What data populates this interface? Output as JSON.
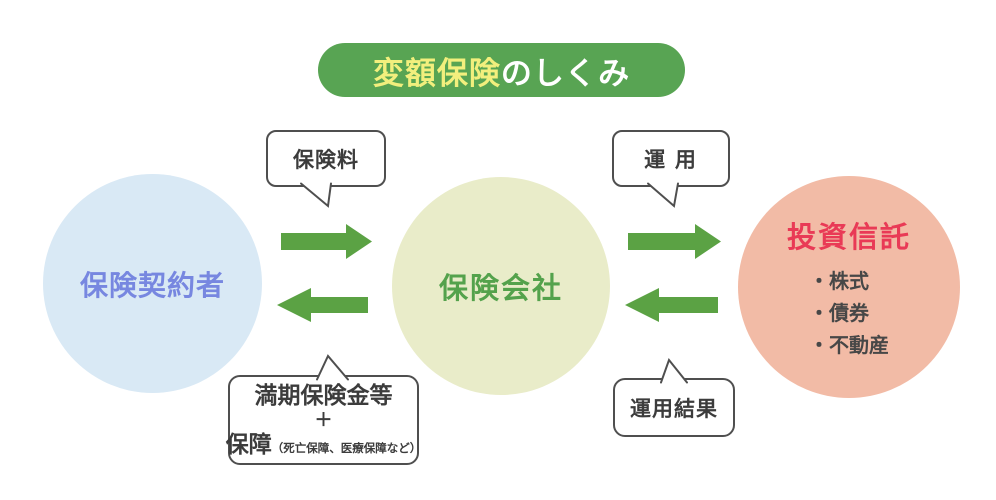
{
  "title": {
    "highlight": "変額保険",
    "rest": "のしくみ"
  },
  "nodes": {
    "policyholder": {
      "label": "保険契約者"
    },
    "insurer": {
      "label": "保険会社"
    },
    "trust": {
      "heading": "投資信託",
      "items": [
        "・株式",
        "・債券",
        "・不動産"
      ]
    }
  },
  "labels": {
    "premium": "保険料",
    "management": "運 用",
    "results": "運用結果",
    "payout_line1": "満期保険金等",
    "payout_plus": "＋",
    "payout_main": "保障",
    "payout_note": "（死亡保障、医療保障など）"
  },
  "icons": {
    "arrow_premium": "right-arrow-icon",
    "arrow_management": "right-arrow-icon",
    "arrow_payout": "left-arrow-icon",
    "arrow_results": "left-arrow-icon"
  },
  "colors": {
    "title_pill_bg": "#58a453",
    "title_highlight": "#f2ef7d",
    "title_rest": "#ffffff",
    "arrow_green": "#5ba244",
    "policyholder_bg": "#d9e9f5",
    "policyholder_text": "#7787e0",
    "insurer_bg": "#e9ecc9",
    "insurer_text": "#54a24c",
    "trust_bg": "#f2bba6",
    "trust_heading_text": "#e93a56",
    "trust_items_text": "#474747",
    "bubble_border": "#4f4f4f",
    "bubble_text": "#3c3c3c"
  }
}
